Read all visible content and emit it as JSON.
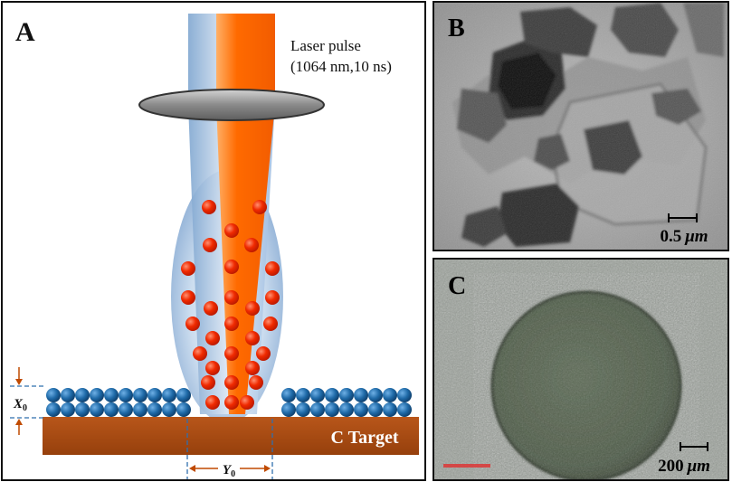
{
  "panel_a": {
    "letter": "A",
    "laser_line1": "Laser pulse",
    "laser_line2": "(1064 nm,10 ns)",
    "target_label": "C Target",
    "x0_label": "X",
    "x0_sub": "0",
    "y0_label": "Y",
    "y0_sub": "0"
  },
  "panel_b": {
    "letter": "B",
    "scale_value": "0.5",
    "scale_unit": "μm"
  },
  "panel_c": {
    "letter": "C",
    "scale_value": "200",
    "scale_unit": "μm"
  },
  "colors": {
    "beam_orange": "#ff6a00",
    "beam_blue": "#b7cde6",
    "particle_red": "#ee2200",
    "sphere_blue": "#1f6aa8",
    "target_brown": "#a84a12",
    "arrow_orange": "#c04a00"
  }
}
